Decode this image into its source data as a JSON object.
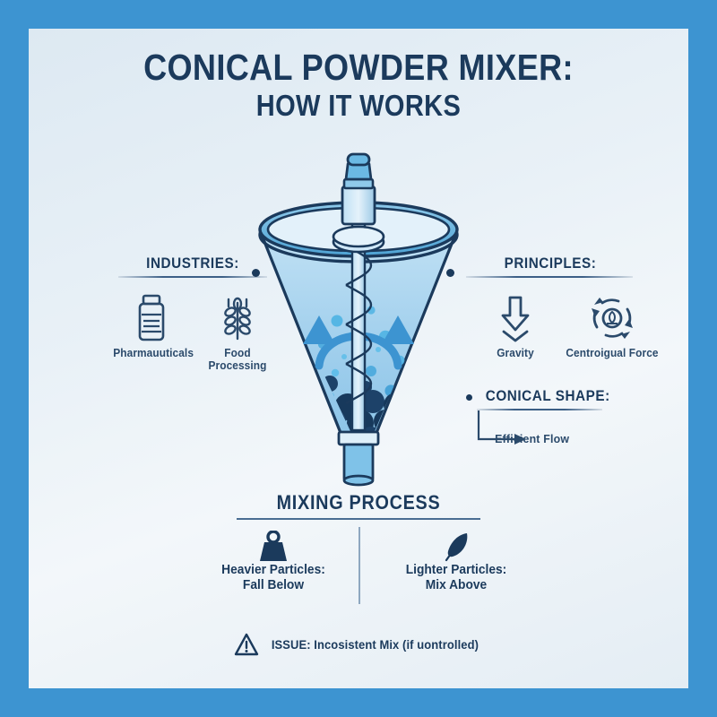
{
  "theme": {
    "border_blue": "#3d94d1",
    "panel_light": "#e9f1f7",
    "navy": "#1b3a5c",
    "slate": "#2b4a6b",
    "cone_fill": "#a9d4ef",
    "cone_edge": "#1b3a5c",
    "arrow_blue": "#3d94d1",
    "particle_dark": "#17395c",
    "particle_light": "#4fb3e3"
  },
  "title": {
    "line1": "Conical Powder Mixer:",
    "line2": "How It Works"
  },
  "industries": {
    "heading": "Industries:",
    "items": [
      {
        "icon": "vial-icon",
        "label_line1": "Pharmauuticals",
        "label_line2": ""
      },
      {
        "icon": "wheat-icon",
        "label_line1": "Food",
        "label_line2": "Processing"
      }
    ]
  },
  "principles": {
    "heading": "Principles:",
    "items": [
      {
        "icon": "down-arrow-icon",
        "label_line1": "Gravity",
        "label_line2": ""
      },
      {
        "icon": "rotation-icon",
        "label_line1": "Centroigual Force",
        "label_line2": ""
      }
    ]
  },
  "conical_shape": {
    "heading": "Conical Shape:",
    "callout": "Efficient Flow"
  },
  "mixing_process": {
    "heading": "Mixing Process",
    "items": [
      {
        "icon": "weight-icon",
        "title": "Heavier Particles:",
        "subtitle": "Fall Below"
      },
      {
        "icon": "feather-icon",
        "title": "Lighter Particles:",
        "subtitle": "Mix Above"
      }
    ]
  },
  "issue": {
    "icon": "warning-triangle-icon",
    "text": "ISSUE: Incosistent Mix (if uontrolled)"
  },
  "mixer_diagram": {
    "name": "conical-mixer-illustration",
    "parts": [
      "motor-cap",
      "motor-housing",
      "shaft-collar",
      "auger-screw-shaft",
      "cone-rim",
      "cone-body",
      "outlet-spout",
      "circulation-arrows",
      "heavy-particle-bed",
      "light-particle-cloud"
    ]
  }
}
